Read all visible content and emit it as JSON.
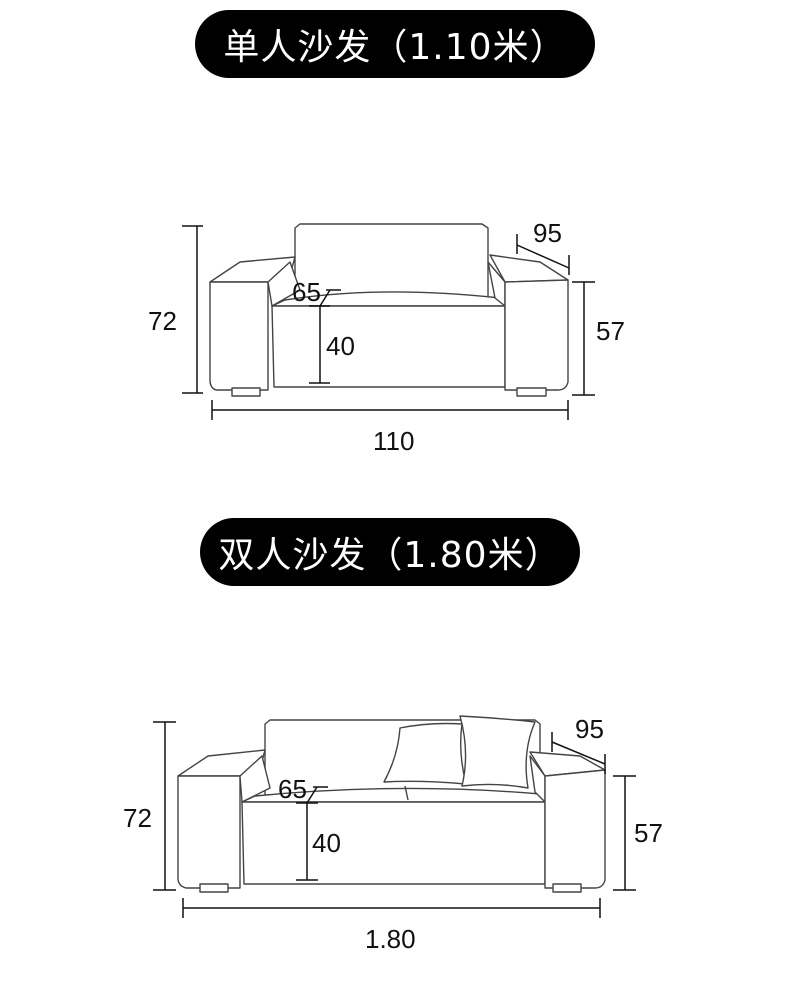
{
  "sections": [
    {
      "title": "单人沙发（1.10米）",
      "dimensions": {
        "height": "72",
        "depth": "95",
        "arm_height": "57",
        "seat_depth": "65",
        "seat_height": "40",
        "width": "110"
      }
    },
    {
      "title": "双人沙发（1.80米）",
      "dimensions": {
        "height": "72",
        "depth": "95",
        "arm_height": "57",
        "seat_depth": "65",
        "seat_height": "40",
        "width": "1.80"
      }
    }
  ]
}
